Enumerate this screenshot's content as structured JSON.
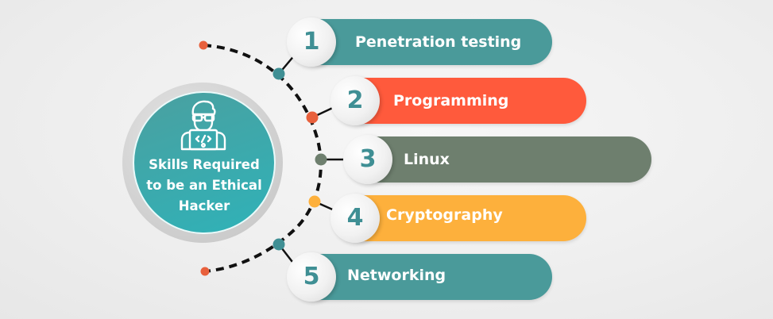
{
  "hub": {
    "title_lines": [
      "Skills Required",
      "to be an Ethical",
      "Hacker"
    ],
    "icon": "hacker-with-laptop-icon",
    "colors": {
      "ring": "#cdcdcd",
      "fill": "#3aa9ad"
    }
  },
  "skills": [
    {
      "number": "1",
      "label": "Penetration testing",
      "color": "#4a9a9a",
      "connector_dot_color": "#3f8f94"
    },
    {
      "number": "2",
      "label": "Programming",
      "color": "#ff5a3c",
      "connector_dot_color": "#e8603c"
    },
    {
      "number": "3",
      "label": "Linux",
      "color": "#6e7f6e",
      "connector_dot_color": "#6e7f6e"
    },
    {
      "number": "4",
      "label": "Cryptography",
      "color": "#fdb03c",
      "connector_dot_color": "#fdb03c"
    },
    {
      "number": "5",
      "label": "Networking",
      "color": "#4a9a9a",
      "connector_dot_color": "#3f8f94"
    }
  ],
  "arc": {
    "style": "dashed",
    "color": "#111111",
    "end_dot_color": "#e8603c"
  }
}
